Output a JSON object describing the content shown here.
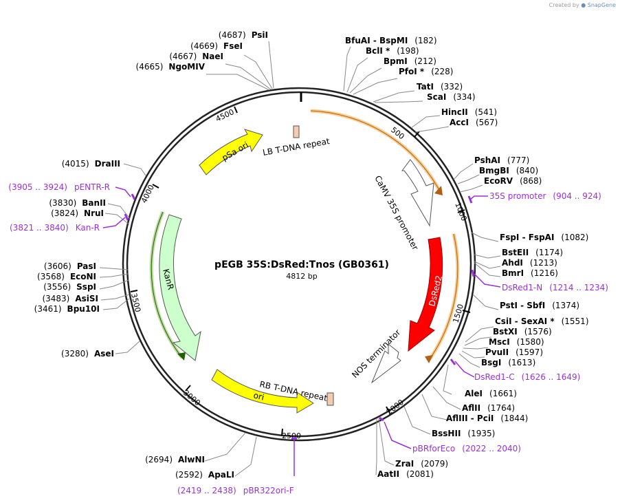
{
  "credit": {
    "prefix": "Created by",
    "brand": "SnapGene"
  },
  "plasmid": {
    "name": "pEGB 35S:DsRed:Tnos (GB0361)",
    "length": "4812 bp"
  },
  "enzymes": [
    {
      "name": "PsiI",
      "pos": "(4687)"
    },
    {
      "name": "FseI",
      "pos": "(4669)"
    },
    {
      "name": "NaeI",
      "pos": "(4667)"
    },
    {
      "name": "NgoMIV",
      "pos": "(4665)"
    },
    {
      "name": "BfuAI  -  BspMI",
      "pos": "(182)"
    },
    {
      "name": "BclI *",
      "pos": "(198)"
    },
    {
      "name": "BpmI",
      "pos": "(212)"
    },
    {
      "name": "PfoI *",
      "pos": "(228)"
    },
    {
      "name": "TatI",
      "pos": "(332)"
    },
    {
      "name": "ScaI",
      "pos": "(334)"
    },
    {
      "name": "HincII",
      "pos": "(541)"
    },
    {
      "name": "AccI",
      "pos": "(567)"
    },
    {
      "name": "PshAI",
      "pos": "(777)"
    },
    {
      "name": "BmgBI",
      "pos": "(840)"
    },
    {
      "name": "EcoRV",
      "pos": "(868)"
    },
    {
      "name": "FspI  -  FspAI",
      "pos": "(1082)"
    },
    {
      "name": "BstEII",
      "pos": "(1174)"
    },
    {
      "name": "AhdI",
      "pos": "(1213)"
    },
    {
      "name": "BmrI",
      "pos": "(1216)"
    },
    {
      "name": "PstI  -  SbfI",
      "pos": "(1374)"
    },
    {
      "name": "CsiI  -  SexAI *",
      "pos": "(1551)"
    },
    {
      "name": "BstXI",
      "pos": "(1576)"
    },
    {
      "name": "MscI",
      "pos": "(1580)"
    },
    {
      "name": "PvuII",
      "pos": "(1597)"
    },
    {
      "name": "BsgI",
      "pos": "(1613)"
    },
    {
      "name": "AleI",
      "pos": "(1661)"
    },
    {
      "name": "AflII",
      "pos": "(1764)"
    },
    {
      "name": "AflIII  -  PciI",
      "pos": "(1844)"
    },
    {
      "name": "BssHII",
      "pos": "(1935)"
    },
    {
      "name": "ZraI",
      "pos": "(2079)"
    },
    {
      "name": "AatII",
      "pos": "(2081)"
    },
    {
      "name": "ApaLI",
      "pos": "(2592)"
    },
    {
      "name": "AlwNI",
      "pos": "(2694)"
    },
    {
      "name": "AseI",
      "pos": "(3280)"
    },
    {
      "name": "Bpu10I",
      "pos": "(3461)"
    },
    {
      "name": "AsiSI",
      "pos": "(3483)"
    },
    {
      "name": "SspI",
      "pos": "(3556)"
    },
    {
      "name": "EcoNI",
      "pos": "(3568)"
    },
    {
      "name": "PasI",
      "pos": "(3606)"
    },
    {
      "name": "NruI",
      "pos": "(3824)"
    },
    {
      "name": "BanII",
      "pos": "(3830)"
    },
    {
      "name": "DraIII",
      "pos": "(4015)"
    }
  ],
  "primers": [
    {
      "name": "35S promoter",
      "range": "(904 .. 924)"
    },
    {
      "name": "DsRed1-N",
      "range": "(1214 .. 1234)"
    },
    {
      "name": "DsRed1-C",
      "range": "(1626 .. 1649)"
    },
    {
      "name": "pBRforEco",
      "range": "(2022 .. 2040)"
    },
    {
      "name": "pBR322ori-F",
      "range": "(2419 .. 2438)"
    },
    {
      "name": "Kan-R",
      "range": "(3821 .. 3840)"
    },
    {
      "name": "pENTR-R",
      "range": "(3905 .. 3924)"
    }
  ],
  "features": {
    "camv": "CaMV 35S promoter",
    "dsred": "DsRed2",
    "nos": "NOS terminator",
    "rb": "RB T-DNA repeat",
    "ori": "ori",
    "kanr": "KanR",
    "psa": "pSa ori",
    "lb": "LB T-DNA repeat"
  },
  "ticks": [
    "500",
    "1000",
    "1500",
    "2000",
    "2500",
    "3000",
    "3500",
    "4000",
    "4500"
  ],
  "colors": {
    "primer": "#9b30d9",
    "dsred": "#ff0000",
    "ori": "#ffff00",
    "kanr": "#ccffcc",
    "orf": "#f0a030",
    "tdna": "#f5ccb0"
  }
}
